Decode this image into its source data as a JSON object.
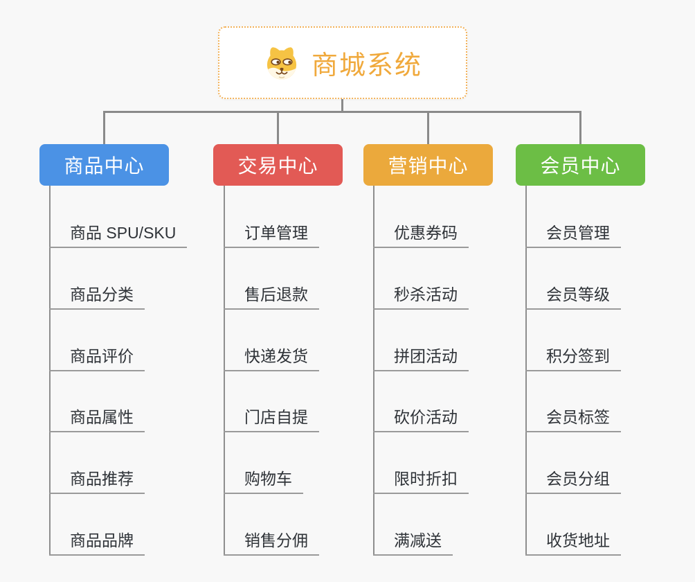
{
  "canvas": {
    "background": "#f8f8f8",
    "connector_color": "#8a8a8a",
    "leaf_underline_color": "#9a9a9a",
    "leaf_text_color": "#2f3338"
  },
  "root": {
    "title": "商城系统",
    "icon": "dog-face-icon",
    "text_color": "#f0a93c",
    "border_color": "#f3b25a",
    "background": "#ffffff"
  },
  "branches": [
    {
      "label": "商品中心",
      "color": "#4b92e5",
      "items": [
        "商品 SPU/SKU",
        "商品分类",
        "商品评价",
        "商品属性",
        "商品推荐",
        "商品品牌"
      ]
    },
    {
      "label": "交易中心",
      "color": "#e25a55",
      "items": [
        "订单管理",
        "售后退款",
        "快递发货",
        "门店自提",
        "购物车",
        "销售分佣"
      ]
    },
    {
      "label": "营销中心",
      "color": "#eba93c",
      "items": [
        "优惠券码",
        "秒杀活动",
        "拼团活动",
        "砍价活动",
        "限时折扣",
        "满减送"
      ]
    },
    {
      "label": "会员中心",
      "color": "#6cbe45",
      "items": [
        "会员管理",
        "会员等级",
        "积分签到",
        "会员标签",
        "会员分组",
        "收货地址"
      ]
    }
  ]
}
